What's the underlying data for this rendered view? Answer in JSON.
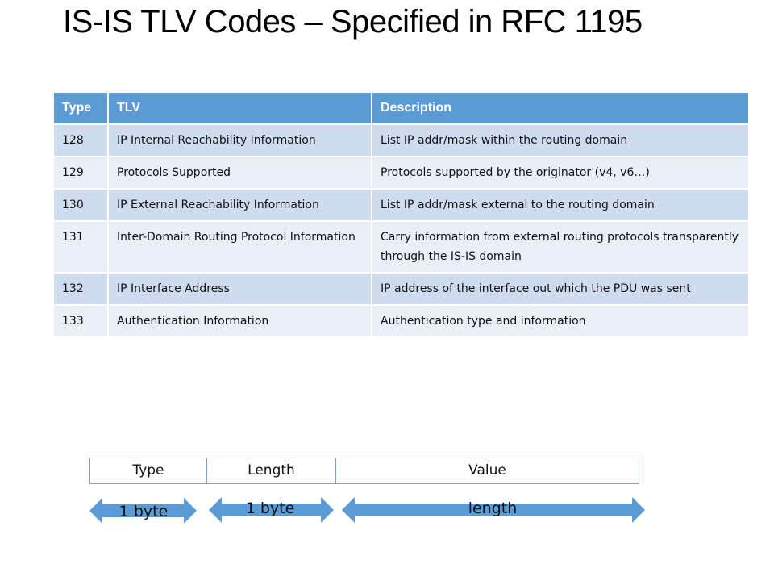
{
  "slide": {
    "title": "IS-IS TLV Codes – Specified in RFC 1195"
  },
  "table": {
    "headers": [
      "Type",
      "TLV",
      "Description"
    ],
    "rows": [
      {
        "type": "128",
        "tlv": "IP Internal Reachability Information",
        "description": "List IP addr/mask within the routing domain"
      },
      {
        "type": "129",
        "tlv": "Protocols Supported",
        "description": "Protocols supported by the originator (v4, v6…)"
      },
      {
        "type": "130",
        "tlv": "IP External Reachability Information",
        "description": "List IP addr/mask external to the routing domain"
      },
      {
        "type": "131",
        "tlv": "Inter-Domain Routing Protocol Information",
        "description": "Carry information from external routing protocols transparently through the IS-IS domain"
      },
      {
        "type": "132",
        "tlv": "IP Interface Address",
        "description": "IP address of the interface out which the PDU was sent"
      },
      {
        "type": "133",
        "tlv": "Authentication Information",
        "description": "Authentication type and information"
      }
    ]
  },
  "diagram": {
    "fields": [
      "Type",
      "Length",
      "Value"
    ],
    "arrow_labels": [
      "1 byte",
      "1 byte",
      "length"
    ],
    "arrow_color": "#5b9bd5"
  }
}
